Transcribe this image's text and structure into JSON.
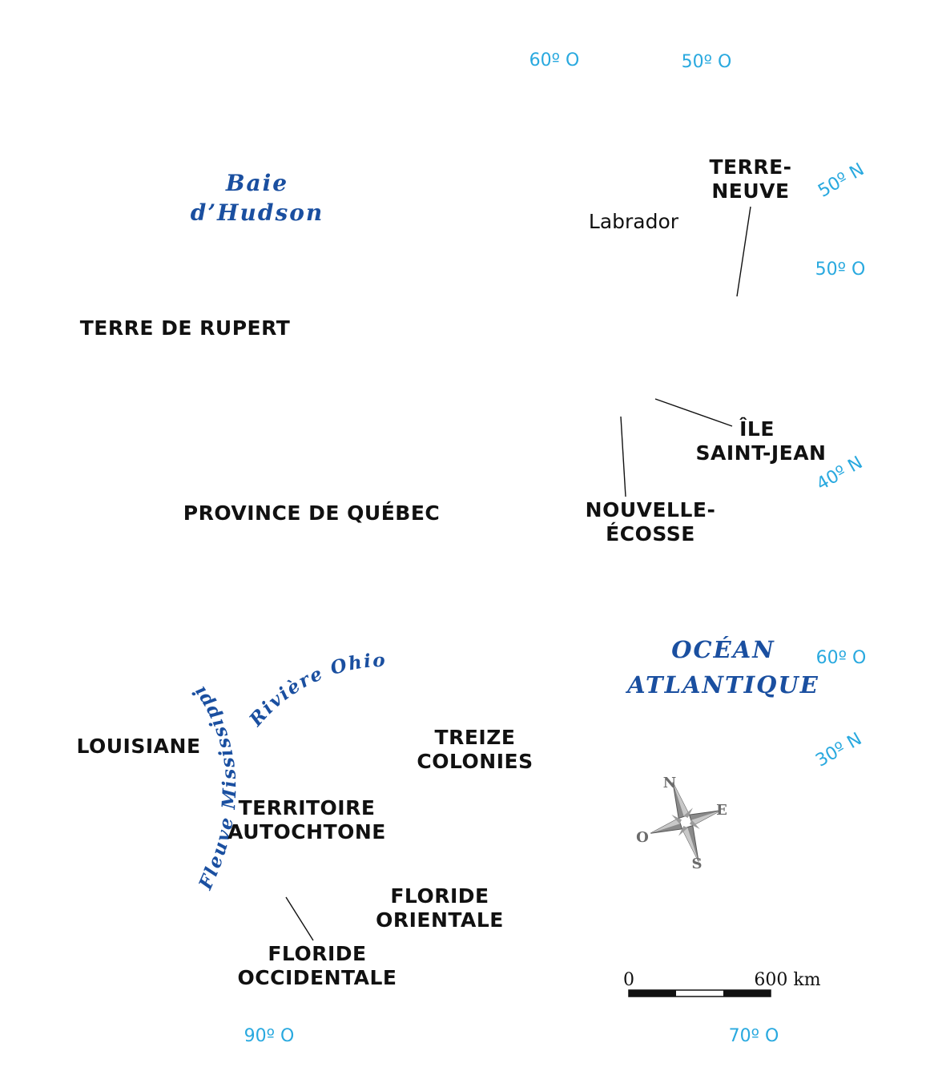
{
  "map": {
    "territories": {
      "terre_neuve": [
        "TERRE-",
        "NEUVE"
      ],
      "terre_de_rupert": "TERRE DE RUPERT",
      "ile_saint_jean": [
        "ÎLE",
        "SAINT-JEAN"
      ],
      "province_de_quebec": "PROVINCE DE QUÉBEC",
      "nouvelle_ecosse": [
        "NOUVELLE-",
        "ÉCOSSE"
      ],
      "louisiane": "LOUISIANE",
      "treize_colonies": [
        "TREIZE",
        "COLONIES"
      ],
      "territoire_autochtone": [
        "TERRITOIRE",
        "AUTOCHTONE"
      ],
      "floride_orientale": [
        "FLORIDE",
        "ORIENTALE"
      ],
      "floride_occidentale": [
        "FLORIDE",
        "OCCIDENTALE"
      ]
    },
    "places": {
      "labrador": "Labrador"
    },
    "water": {
      "baie_hudson": [
        "Baie",
        "d’Hudson"
      ],
      "ocean_atlantique": [
        "OCÉAN",
        "ATLANTIQUE"
      ],
      "riviere_ohio": "Rivière Ohio",
      "fleuve_mississippi": "Fleuve Mississippi"
    },
    "gridlines": {
      "top_lon_1": "60º O",
      "top_lon_2": "50º O",
      "right_lat_1": "50º N",
      "right_lon_1": "50º O",
      "right_lat_2": "40º N",
      "right_lon_2": "60º O",
      "right_lat_3": "30º N",
      "bottom_lon_1": "90º O",
      "bottom_lon_2": "70º O"
    },
    "compass": {
      "n": "N",
      "e": "E",
      "s": "S",
      "o": "O"
    },
    "scale": {
      "start": "0",
      "end": "600 km"
    },
    "colors": {
      "water_label": "#1a4fa0",
      "grid_label": "#29a9df",
      "text": "#111111",
      "compass": "#6b6b6b"
    }
  }
}
